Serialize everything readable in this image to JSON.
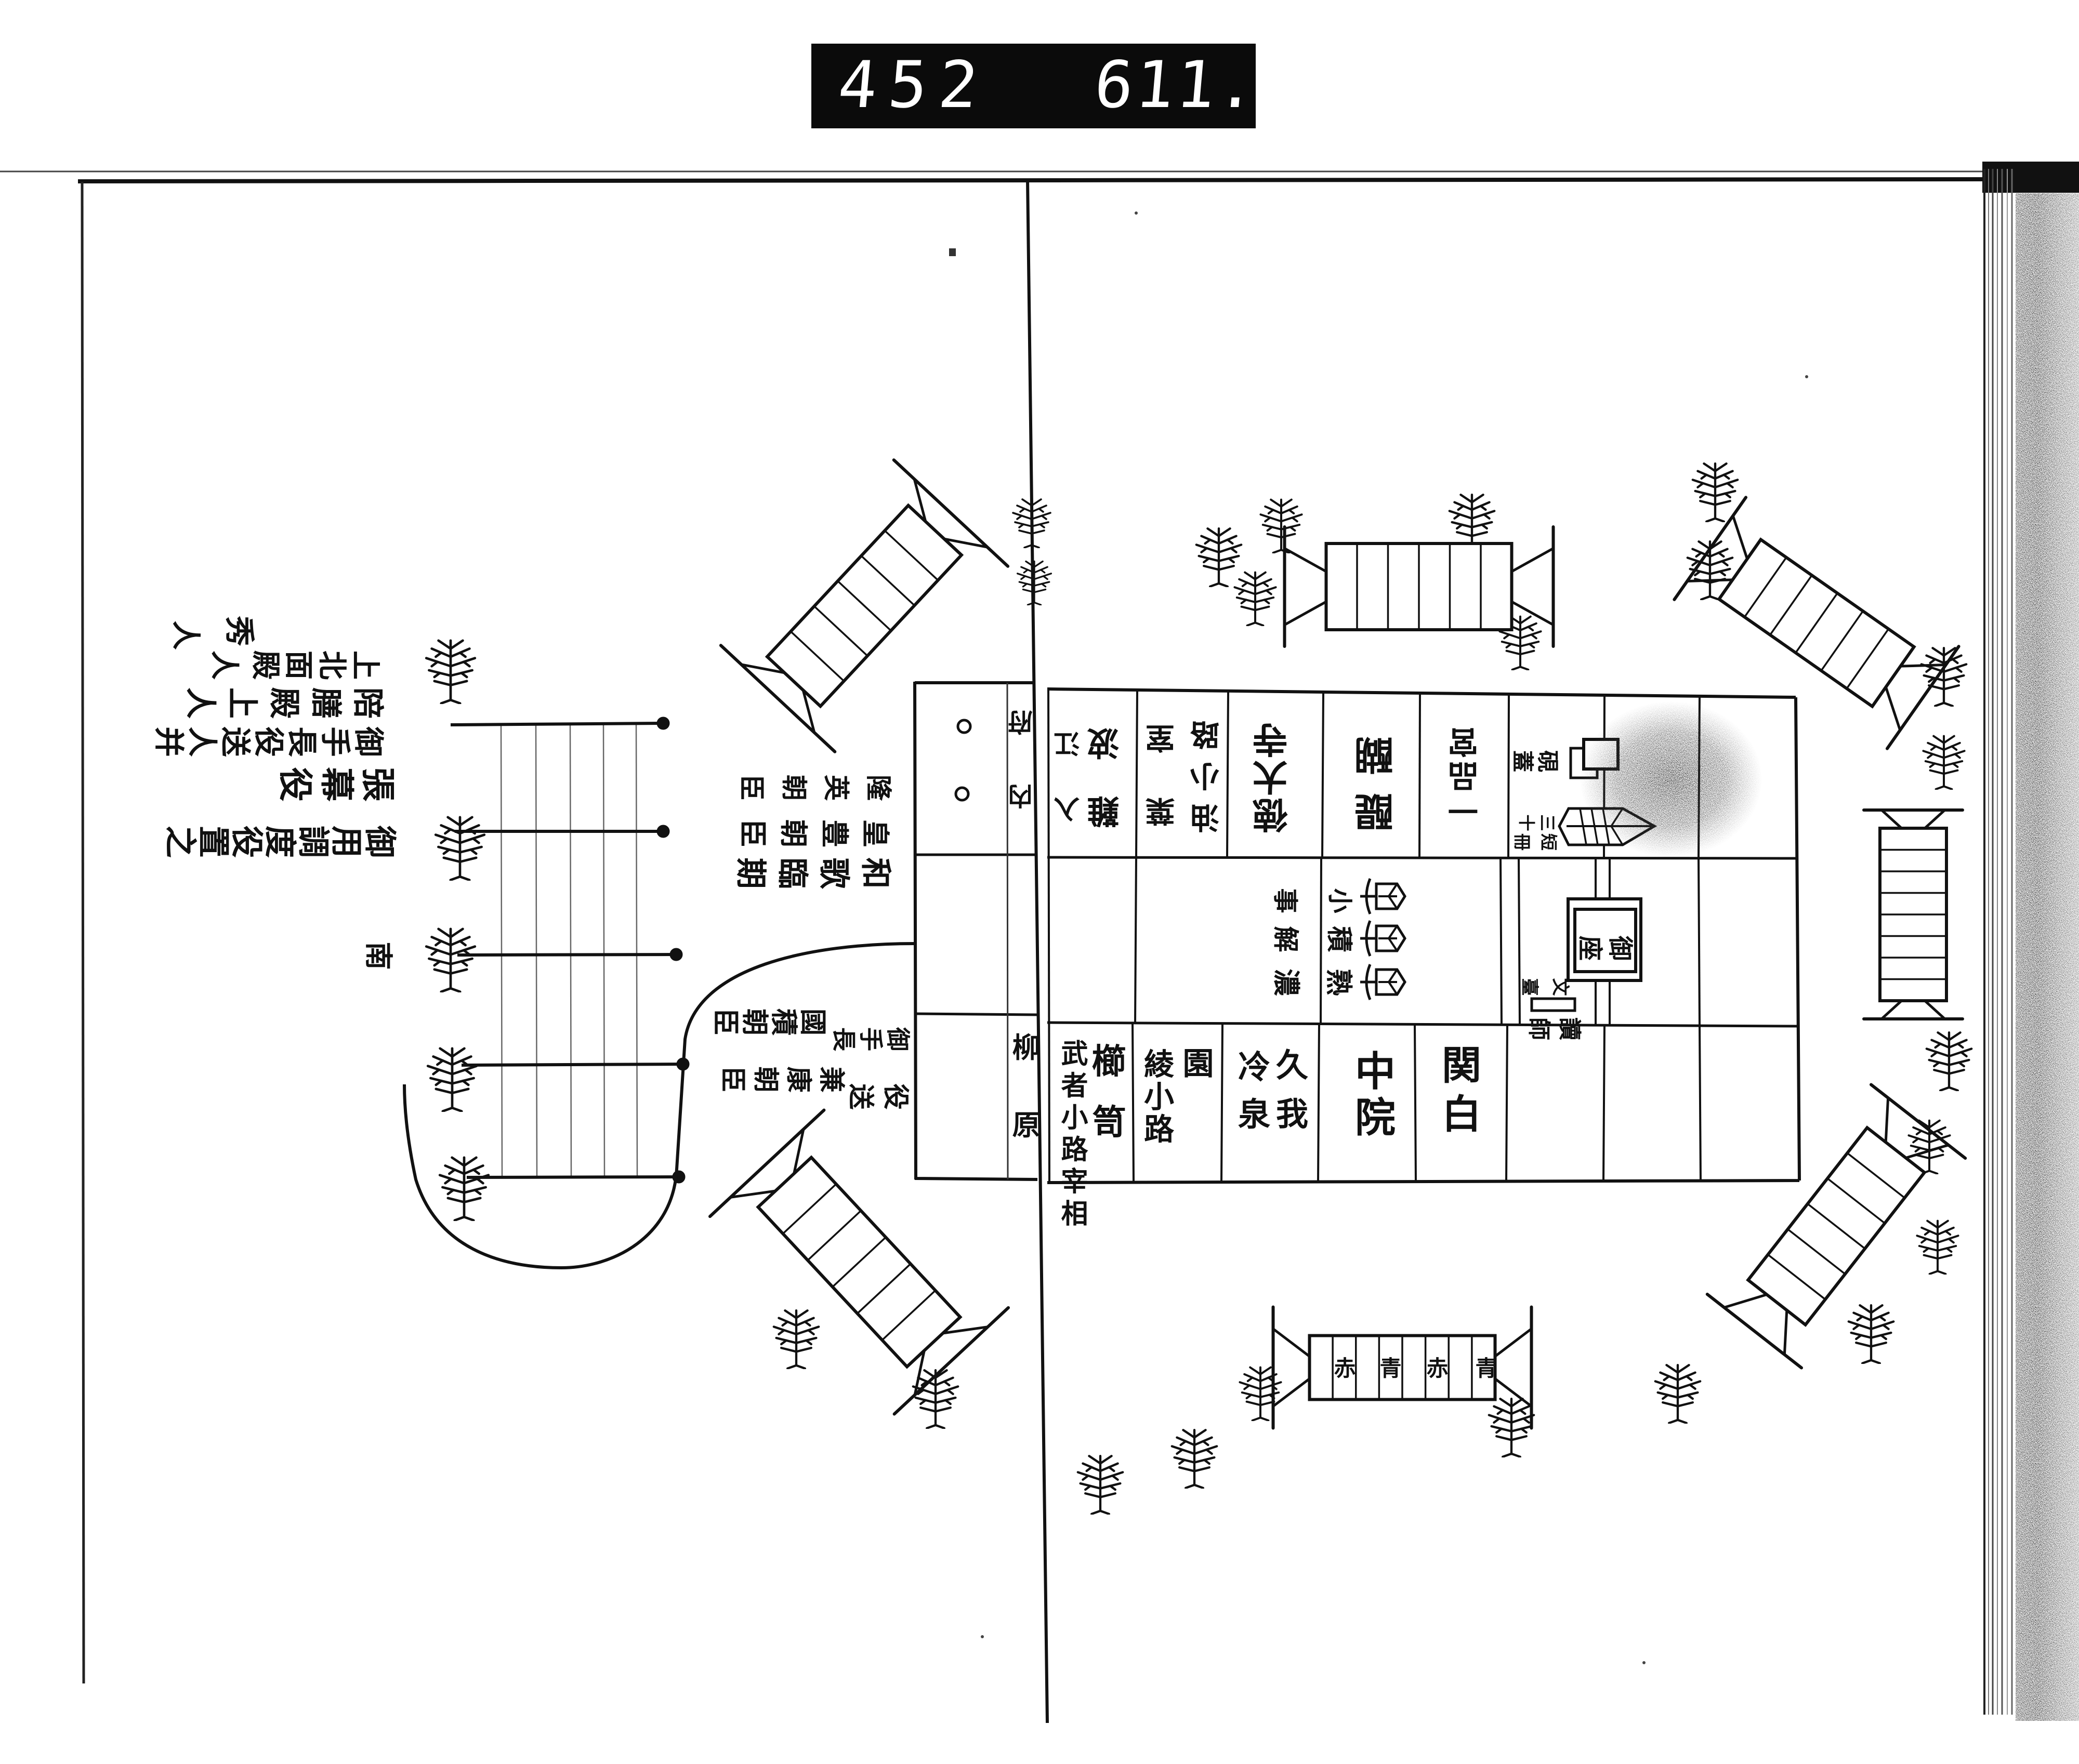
{
  "archive_label": {
    "left_number": "452",
    "right_number": "611."
  },
  "left_page": {
    "notes": {
      "line1": "御用調度役置之",
      "line2": "張幕役",
      "line3": "御手長役送人并",
      "line4": "陪膳殿上人",
      "line5a": "上北面殿",
      "line5b": "人",
      "line6a": "秀",
      "line6b": "人"
    },
    "direction_label": "南"
  },
  "side_annotations": {
    "upper": [
      "和歌臨期",
      "皇豊朝臣",
      "隆英朝臣"
    ],
    "lower": {
      "roles": [
        "御手長",
        "役送"
      ],
      "names": [
        "國積朝臣",
        "兼康朝臣"
      ]
    }
  },
  "seating_table": {
    "top_row": {
      "cells": [
        {
          "names": [
            "内府"
          ]
        },
        {
          "names": [
            "入江",
            "難波"
          ]
        },
        {
          "names": [
            "葉室",
            "油小路"
          ]
        },
        {
          "names": [
            "徳大寺"
          ]
        },
        {
          "names": [
            "醍醐"
          ]
        },
        {
          "names": [
            "一品宮"
          ]
        }
      ],
      "inkstone_label": "硯蓋",
      "slips_label": [
        "短冊",
        "三十"
      ]
    },
    "middle_row": {
      "stand_labels": [
        "小事",
        "積解",
        "熟濃"
      ],
      "seat_label": "御座",
      "desk_label": "文臺",
      "reader_label": "讀師"
    },
    "bottom_row": {
      "cells": [
        {
          "names": [
            "柳原"
          ]
        },
        {
          "names": [
            "櫛笥",
            "武者小路宰相"
          ]
        },
        {
          "names": [
            "園",
            "綾小路"
          ]
        },
        {
          "names": [
            "久我",
            "冷泉"
          ]
        },
        {
          "names": [
            "中院"
          ]
        },
        {
          "names": [
            "関白"
          ]
        }
      ]
    }
  },
  "screen_labels": [
    "赤",
    "青",
    "赤",
    "青"
  ],
  "colors": {
    "ink": "#111111",
    "paper": "#ffffff",
    "label_bg": "#0b0b0b",
    "label_fg": "#ffffff",
    "smudge": "#444444"
  }
}
